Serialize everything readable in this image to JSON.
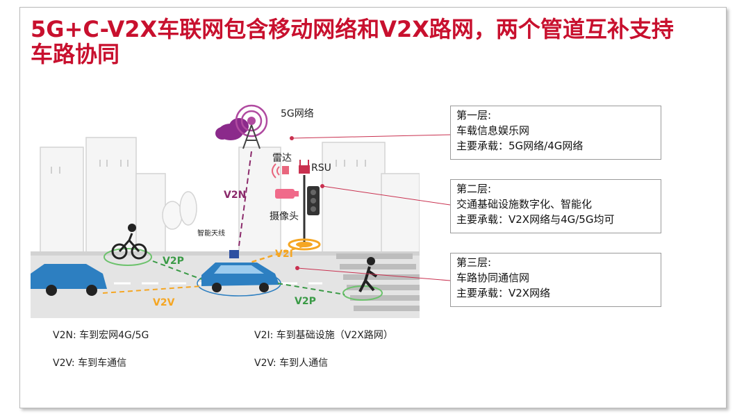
{
  "title": "5G+C-V2X车联网包含移动网络和V2X路网，两个管道互补支持车路协同",
  "scene": {
    "labels": {
      "network_5g": "5G网络",
      "radar": "雷达",
      "rsu": "RSU",
      "camera": "摄像头",
      "smart_antenna": "智能天线",
      "v2n": "V2N",
      "v2i": "V2I",
      "v2p_top": "V2P",
      "v2p_bottom": "V2P",
      "v2v": "V2V"
    }
  },
  "layers": [
    {
      "title": "第一层:",
      "line1": "车载信息娱乐网",
      "line2": "主要承载：5G网络/4G网络"
    },
    {
      "title": "第二层:",
      "line1": "交通基础设施数字化、智能化",
      "line2": "主要承载：V2X网络与4G/5G均可"
    },
    {
      "title": "第三层:",
      "line1": "车路协同通信网",
      "line2": "主要承载：V2X网络"
    }
  ],
  "legend": {
    "v2n": "V2N: 车到宏网4G/5G",
    "v2i": "V2I: 车到基础设施（V2X路网）",
    "v2v_car": "V2V: 车到车通信",
    "v2v_person": "V2V: 车到人通信"
  },
  "colors": {
    "title": "#c8102e",
    "v2n": "#8b2a6b",
    "v2p": "#3a9a46",
    "v2i": "#f5a623",
    "connector": "#c9304f",
    "car": "#2d7fc1"
  }
}
